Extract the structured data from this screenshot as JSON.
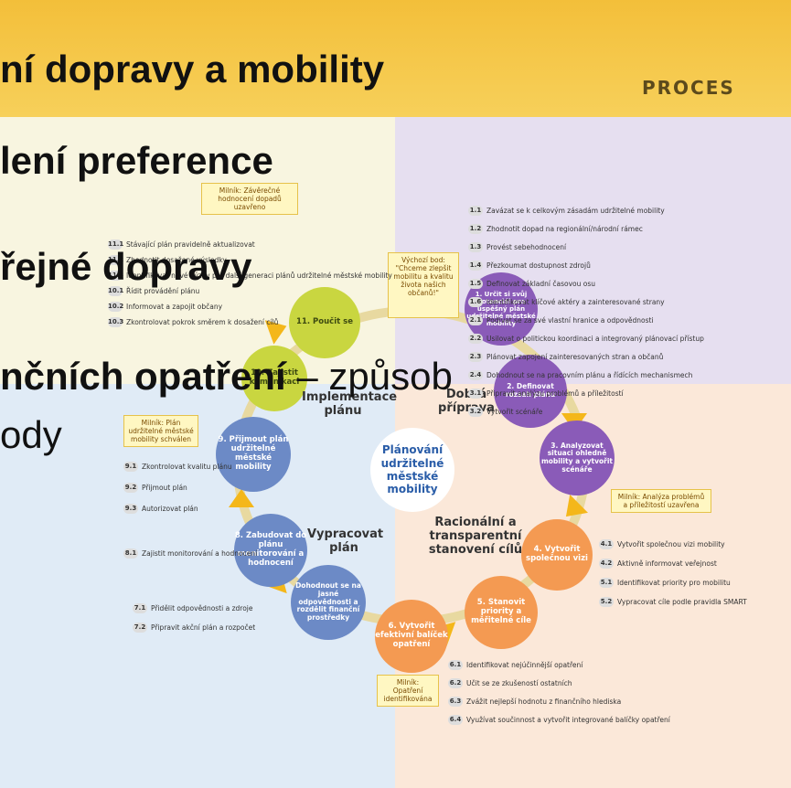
{
  "header": {
    "proces": "PROCES"
  },
  "headlines": [
    {
      "text": "ní dopravy a mobility"
    },
    {
      "text": "lení preference"
    },
    {
      "text": "řejné dopravy"
    },
    {
      "text": "nčních opatření"
    },
    {
      "text": " – způsob"
    },
    {
      "text": "ody"
    }
  ],
  "center_label": "Plánování udržitelné městské mobility",
  "phases": {
    "dobra_priprava": "Dobrá příprava",
    "racionalni": "Racionální a transparentní stanovení cílů",
    "vypracovat": "Vypracovat plán",
    "implementace": "Implementace plánu"
  },
  "start_box": "Výchozí bod: \"Chceme zlepšit mobilitu a kvalitu života našich občanů!\"",
  "steps": {
    "s1": "1. Určit si svůj potenciál pro úspěšný plán udržitelné městské mobility",
    "s2": "2. Definovat rozsah plánu",
    "s3": "3. Analyzovat situaci ohledně mobility a vytvořit scénáře",
    "s4": "4. Vytvořit společnou vizi",
    "s5": "5. Stanovit priority a měřitelné cíle",
    "s6": "6. Vytvořit efektivní balíček opatření",
    "s7": "Dohodnout se na jasné odpovědnosti a rozdělit finanční prostředky",
    "s8": "8. Zabudovat do plánu monitorování a hodnocení",
    "s9": "9. Přijmout plán udržitelné městské mobility",
    "s10": "10. Zajistit komunikaci",
    "s11": "11. Poučit se"
  },
  "milestones": {
    "m1": "Milník: Závěrečné hodnocení dopadů uzavřeno",
    "m2": "Milník: Plán udržitelné městské mobility schválen",
    "m3": "Milník: Analýza problémů a příležitostí uzavřena",
    "m4": "Milník: Opatření identifikována"
  },
  "substeps_right": [
    {
      "n": "1.1",
      "t": "Zavázat se k celkovým zásadám udržitelné mobility"
    },
    {
      "n": "1.2",
      "t": "Zhodnotit dopad na regionální/národní rámec"
    },
    {
      "n": "1.3",
      "t": "Provést sebehodnocení"
    },
    {
      "n": "1.4",
      "t": "Přezkoumat dostupnost zdrojů"
    },
    {
      "n": "1.5",
      "t": "Definovat základní časovou osu"
    },
    {
      "n": "1.6",
      "t": "Identifikovat klíčové aktéry a zainteresované strany"
    },
    {
      "n": "2.1",
      "t": "Podívat se za své vlastní hranice a odpovědnosti"
    },
    {
      "n": "2.2",
      "t": "Usilovat o politickou koordinaci a integrovaný plánovací přístup"
    },
    {
      "n": "2.3",
      "t": "Plánovat zapojení zainteresovaných stran a občanů"
    },
    {
      "n": "2.4",
      "t": "Dohodnout se na pracovním plánu a řídících mechanismech"
    },
    {
      "n": "3.1",
      "t": "Připravit analýzu problémů a příležitostí"
    },
    {
      "n": "3.2",
      "t": "Vytvořit scénáře"
    }
  ],
  "substeps_4_5": [
    {
      "n": "4.1",
      "t": "Vytvořit společnou vizi mobility"
    },
    {
      "n": "4.2",
      "t": "Aktivně informovat veřejnost"
    },
    {
      "n": "5.1",
      "t": "Identifikovat priority pro mobilitu"
    },
    {
      "n": "5.2",
      "t": "Vypracovat cíle podle pravidla SMART"
    }
  ],
  "substeps_6": [
    {
      "n": "6.1",
      "t": "Identifikovat nejúčinnější opatření"
    },
    {
      "n": "6.2",
      "t": "Učit se ze zkušeností ostatních"
    },
    {
      "n": "6.3",
      "t": "Zvážit nejlepší hodnotu z finančního hlediska"
    },
    {
      "n": "6.4",
      "t": "Využívat součinnost a vytvořit integrované balíčky opatření"
    }
  ],
  "substeps_7": [
    {
      "n": "7.1",
      "t": "Přidělit odpovědnosti a zdroje"
    },
    {
      "n": "7.2",
      "t": "Připravit akční plán a rozpočet"
    }
  ],
  "substeps_8": [
    {
      "n": "8.1",
      "t": "Zajistit monitorování a hodnocení"
    }
  ],
  "substeps_9": [
    {
      "n": "9.1",
      "t": "Zkontrolovat kvalitu plánu"
    },
    {
      "n": "9.2",
      "t": "Přijmout plán"
    },
    {
      "n": "9.3",
      "t": "Autorizovat plán"
    }
  ],
  "substeps_10_11": [
    {
      "n": "11.1",
      "t": "Stávající plán pravidelně aktualizovat"
    },
    {
      "n": "11.2",
      "t": "Zhodnotit dosažené výsledky"
    },
    {
      "n": "11.3",
      "t": "Identifikovat nové výzvy pro další generaci plánů udržitelné městské mobility"
    },
    {
      "n": "10.1",
      "t": "Řídit provádění plánu"
    },
    {
      "n": "10.2",
      "t": "Informovat a zapojit občany"
    },
    {
      "n": "10.3",
      "t": "Zkontrolovat pokrok směrem k dosažení cílů"
    }
  ]
}
